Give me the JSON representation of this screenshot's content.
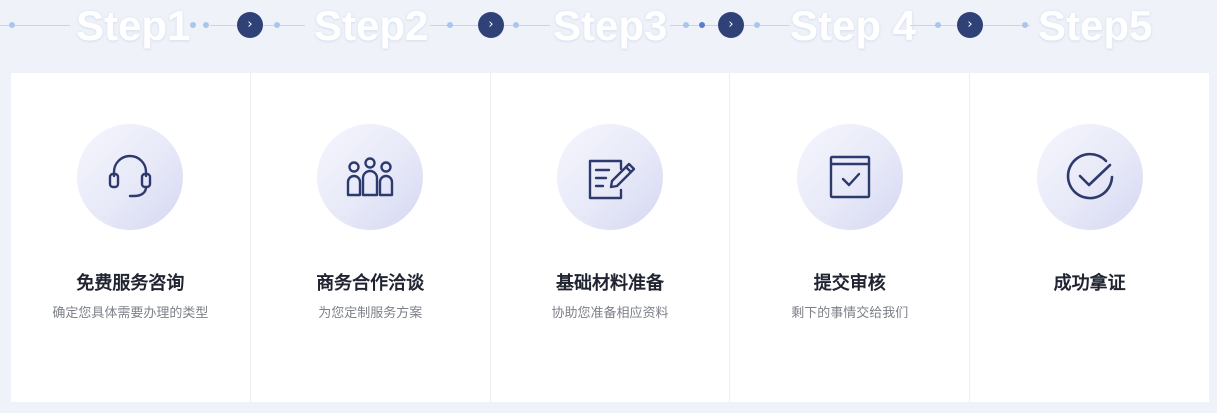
{
  "steps": [
    {
      "label": "Step1"
    },
    {
      "label": "Step2"
    },
    {
      "label": "Step3"
    },
    {
      "label": "Step 4"
    },
    {
      "label": "Step5"
    }
  ],
  "arrow_glyph": "›",
  "cards": [
    {
      "icon": "headset-icon",
      "title": "免费服务咨询",
      "desc": "确定您具体需要办理的类型"
    },
    {
      "icon": "team-icon",
      "title": "商务合作洽谈",
      "desc": "为您定制服务方案"
    },
    {
      "icon": "document-edit-icon",
      "title": "基础材料准备",
      "desc": "协助您准备相应资料"
    },
    {
      "icon": "checked-box-icon",
      "title": "提交审核",
      "desc": "剩下的事情交给我们"
    },
    {
      "icon": "check-circle-icon",
      "title": "成功拿证",
      "desc": ""
    }
  ],
  "colors": {
    "accent": "#2f4177",
    "background": "#eff2f8",
    "icon_stroke": "#2e3a6e"
  }
}
